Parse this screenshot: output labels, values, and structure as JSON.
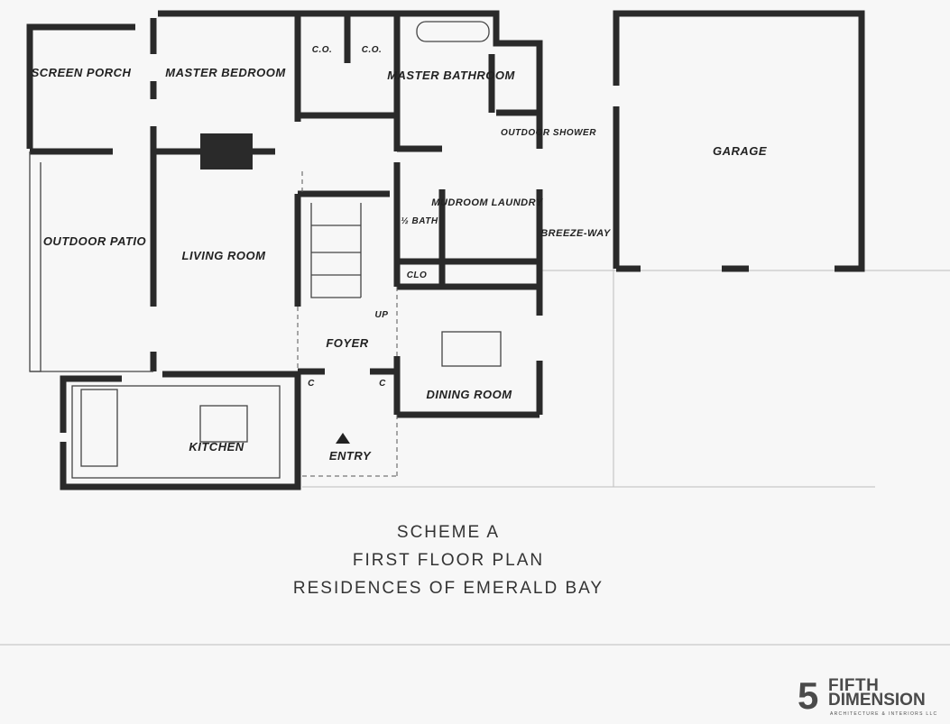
{
  "plan": {
    "rooms": {
      "screen_porch": "SCREEN PORCH",
      "master_bedroom": "MASTER BEDROOM",
      "closet_1": "C.O.",
      "closet_2": "C.O.",
      "master_bathroom": "MASTER BATHROOM",
      "outdoor_shower": "OUTDOOR SHOWER",
      "garage": "GARAGE",
      "outdoor_patio": "OUTDOOR PATIO",
      "living_room": "LIVING ROOM",
      "half_bath": "½ BATH",
      "mudroom_laundry": "MUDROOM LAUNDRY",
      "breezeway": "BREEZE-WAY",
      "closet_3": "CLO",
      "up": "UP",
      "foyer": "FOYER",
      "coat_1": "C",
      "coat_2": "C",
      "dining_room": "DINING ROOM",
      "kitchen": "KITCHEN",
      "entry": "ENTRY"
    }
  },
  "title_block": {
    "line1": "SCHEME A",
    "line2": "FIRST FLOOR PLAN",
    "line3": "RESIDENCES OF EMERALD BAY"
  },
  "logo": {
    "numeral": "5",
    "word1": "FIFTH",
    "word2": "DIMENSION",
    "tagline": "ARCHITECTURE & INTERIORS LLC"
  }
}
